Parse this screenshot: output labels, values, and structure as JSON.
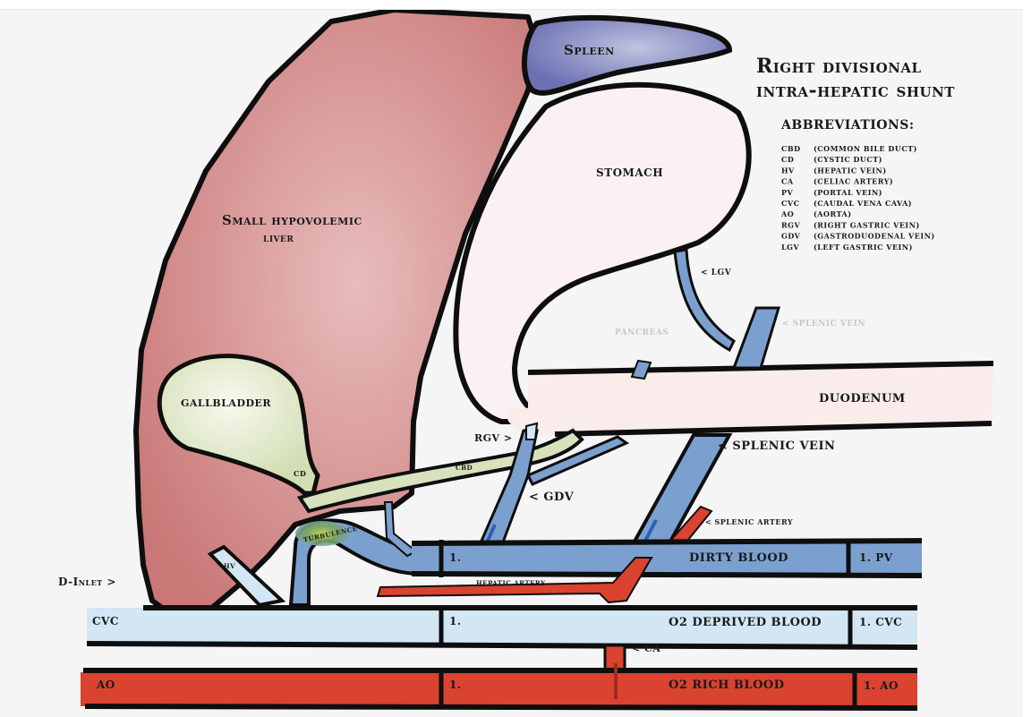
{
  "title": {
    "line1": "Right divisional",
    "line2": "intra-hepatic shunt"
  },
  "abbreviations": {
    "heading": "ABBREVIATIONS:",
    "items": [
      {
        "abbr": "CBD",
        "meaning": "(COMMON BILE DUCT)"
      },
      {
        "abbr": "CD",
        "meaning": "(CYSTIC DUCT)"
      },
      {
        "abbr": "HV",
        "meaning": "(HEPATIC VEIN)"
      },
      {
        "abbr": "CA",
        "meaning": "(CELIAC ARTERY)"
      },
      {
        "abbr": "PV",
        "meaning": "(PORTAL VEIN)"
      },
      {
        "abbr": "CVC",
        "meaning": "(CAUDAL VENA CAVA)"
      },
      {
        "abbr": "AO",
        "meaning": "(AORTA)"
      },
      {
        "abbr": "RGV",
        "meaning": "(RIGHT GASTRIC VEIN)"
      },
      {
        "abbr": "GDV",
        "meaning": "(GASTRODUODENAL VEIN)"
      },
      {
        "abbr": "LGV",
        "meaning": "(LEFT GASTRIC VEIN)"
      }
    ]
  },
  "organs": {
    "spleen": "Spleen",
    "stomach": "STOMACH",
    "liver_line1": "Small hypovolemic",
    "liver_line2": "liver",
    "gallbladder": "GALLBLADDER",
    "pancreas": "PANCREAS",
    "duodenum": "DUODENUM"
  },
  "vessels": {
    "lgv": "< LGV",
    "splenic_vein_faint": "< SPLENIC VEIN",
    "splenic_vein": "< SPLENIC VEIN",
    "rgv": "RGV >",
    "gdv": "< GDV",
    "cbd": "CBD",
    "cd": "CD",
    "hv": "HV",
    "turbulence": "TURBULENCE",
    "splenic_artery": "< SPLENIC ARTERY",
    "hepatic_artery": "HEPATIC ARTERY",
    "ca": "< CA",
    "d_inlet": "D-Inlet >"
  },
  "channels": {
    "pv": {
      "left": "",
      "marker": "1.",
      "middle": "DIRTY BLOOD",
      "end": "1.  PV"
    },
    "cvc": {
      "left": "CVC",
      "marker": "1.",
      "middle": "O2 DEPRIVED BLOOD",
      "end": "1. CVC"
    },
    "ao": {
      "left": "AO",
      "marker": "1.",
      "middle": "O2 RICH BLOOD",
      "end": "1.  AO"
    }
  },
  "colors": {
    "liver": "#cf8584",
    "spleen": "#7b7fbe",
    "stomach": "#fbf1f5",
    "gallbladder": "#d7e2bd",
    "portal_vein": "#7ba0cf",
    "cvc": "#d2e6f4",
    "aorta": "#d9432f",
    "duodenum": "#f9eceb"
  }
}
